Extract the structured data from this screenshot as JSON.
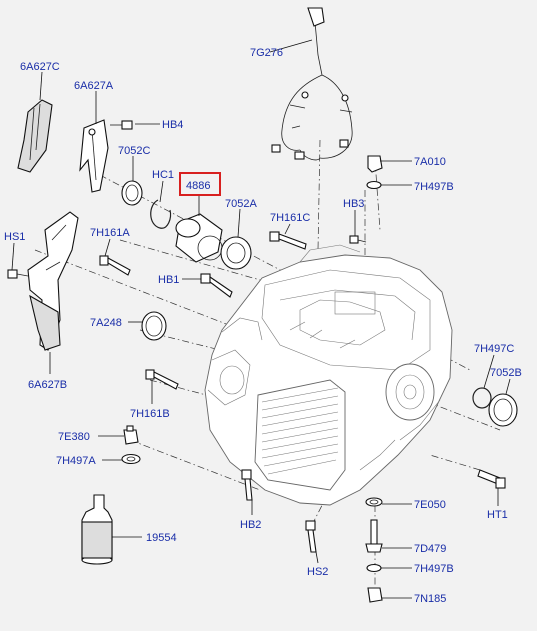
{
  "labels": {
    "7G276": "7G276",
    "6A627C": "6A627C",
    "6A627A": "6A627A",
    "HB4": "HB4",
    "7052C": "7052C",
    "HC1": "HC1",
    "4886": "4886",
    "7052A": "7052A",
    "7H161C": "7H161C",
    "HB3": "HB3",
    "7A010": "7A010",
    "7H497B_top": "7H497B",
    "HS1": "HS1",
    "7H161A": "7H161A",
    "HB1": "HB1",
    "7A248": "7A248",
    "6A627B": "6A627B",
    "7H161B": "7H161B",
    "7H497C": "7H497C",
    "7052B": "7052B",
    "7E380": "7E380",
    "7H497A": "7H497A",
    "HB2": "HB2",
    "7E050": "7E050",
    "HT1": "HT1",
    "19554": "19554",
    "7D479": "7D479",
    "HS2": "HS2",
    "7H497B_bottom": "7H497B",
    "7N185": "7N185"
  },
  "highlight": {
    "label": "4886",
    "color": "#d8201f"
  },
  "colors": {
    "label_text": "#1a2ea8",
    "background": "#f2f2f2"
  }
}
